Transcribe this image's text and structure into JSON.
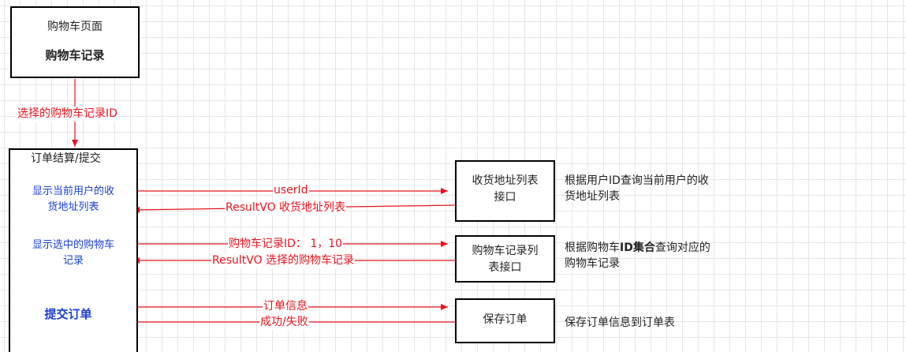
{
  "cart_page": {
    "title": "购物车页面",
    "record": "购物车记录"
  },
  "flow_label": "选择的购物车记录ID",
  "checkout": {
    "title": "订单结算/提交",
    "show_address_line1": "显示当前用户的收",
    "show_address_line2": "货地址列表",
    "show_cart_line1": "显示选中的购物车",
    "show_cart_line2": "记录",
    "submit_order": "提交订单"
  },
  "arrows": {
    "user_id": "userId",
    "address_result": "ResultVO 收货地址列表",
    "cart_ids": "购物车记录ID： 1，10",
    "cart_result": "ResultVO 选择的购物车记录",
    "order_info": "订单信息",
    "success_fail": "成功/失败"
  },
  "interfaces": {
    "address_line1": "收货地址列表",
    "address_line2": "接口",
    "cart_line1": "购物车记录列",
    "cart_line2": "表接口",
    "save_order": "保存订单"
  },
  "notes": {
    "address_line1": "根据用户ID查询当前用户的收",
    "address_line2": "货地址列表",
    "cart_line1_a": "根据购物车",
    "cart_line1_b": "ID集合",
    "cart_line1_c": "查询对应的",
    "cart_line2": "购物车记录",
    "save_order": "保存订单信息到订单表"
  },
  "colors": {
    "arrow": "#e8141e",
    "blue_text": "#1a3fd6",
    "border": "#000000"
  }
}
